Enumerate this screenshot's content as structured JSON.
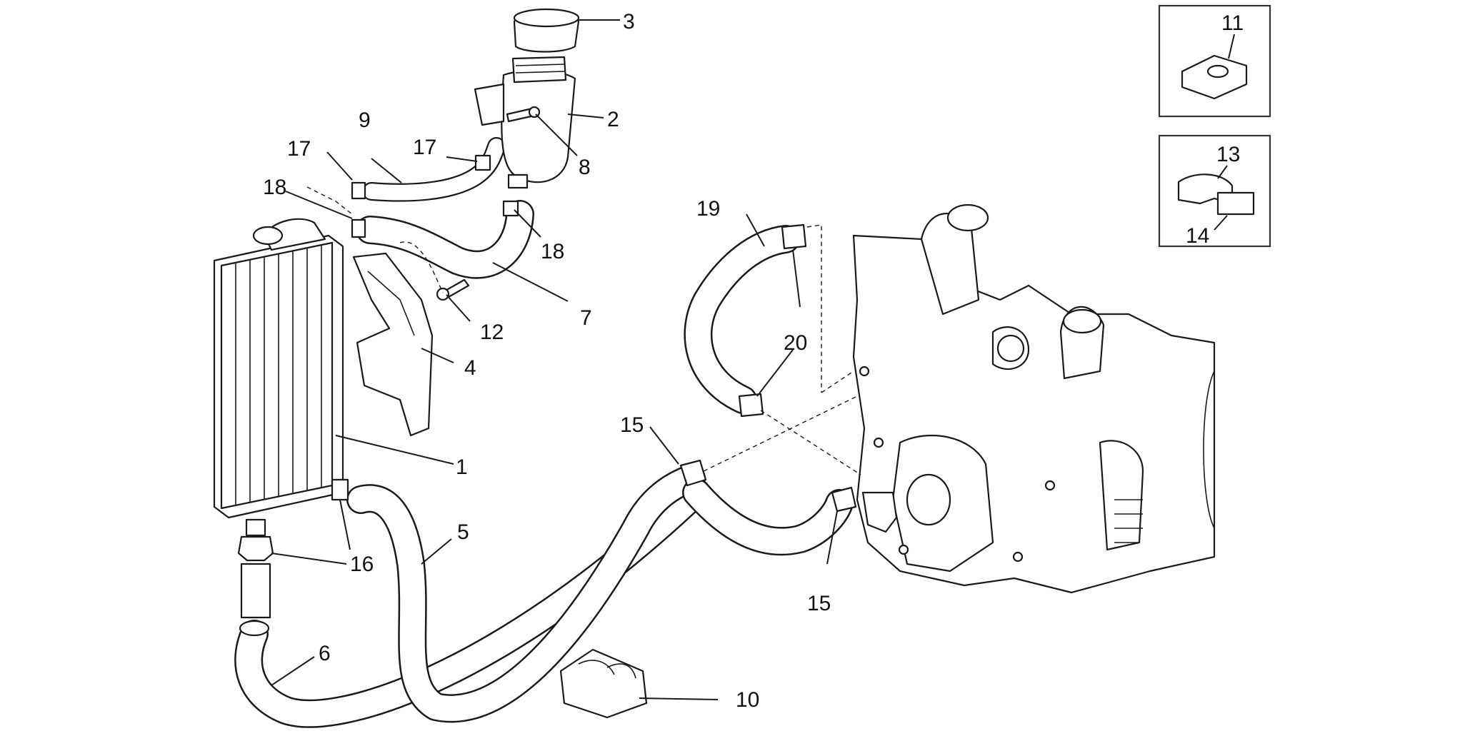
{
  "callouts": {
    "c1": "1",
    "c2": "2",
    "c3": "3",
    "c4": "4",
    "c5": "5",
    "c6": "6",
    "c7": "7",
    "c8": "8",
    "c9": "9",
    "c10": "10",
    "c11": "11",
    "c12": "12",
    "c13": "13",
    "c14": "14",
    "c15a": "15",
    "c15b": "15",
    "c16": "16",
    "c17a": "17",
    "c17b": "17",
    "c18a": "18",
    "c18b": "18",
    "c19": "19",
    "c20": "20"
  },
  "colors": {
    "line": "#1a1a1a",
    "background": "#ffffff",
    "inset_border": "#333333"
  }
}
